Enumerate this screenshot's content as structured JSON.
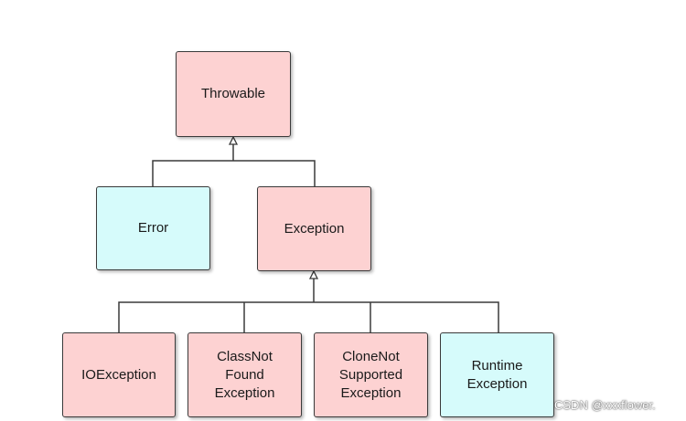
{
  "diagram": {
    "nodes": {
      "throwable": "Throwable",
      "error": "Error",
      "exception": "Exception",
      "ioexception": "IOException",
      "classnotfound": "ClassNot\nFound\nException",
      "clonenotsupported": "CloneNot\nSupported\nException",
      "runtime": "Runtime\nException"
    },
    "colors": {
      "pink": "#fdd2d2",
      "cyan": "#d6fbfb",
      "stroke": "#3a3a3a"
    }
  },
  "watermark": "CSDN @xxxflower."
}
